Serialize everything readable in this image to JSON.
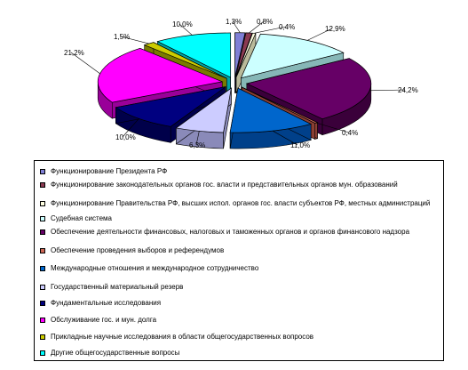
{
  "chart_data": {
    "type": "pie",
    "slices": [
      {
        "label": "Функционирование Президента РФ",
        "value": 1.3,
        "value_label": "1,3%",
        "color": "#7f7fd6",
        "dark": "#4a4a8a"
      },
      {
        "label": "Функционирование законодательных органов гос. власти и представительных органов мун. образований",
        "value": 0.8,
        "value_label": "0,8%",
        "color": "#8b3a52",
        "dark": "#55222f"
      },
      {
        "label": "Функционирование Правительства РФ, высших испол. органов гос. власти субъектов РФ, местных администраций",
        "value": 0.4,
        "value_label": "0,4%",
        "color": "#fdfde0",
        "dark": "#b9b99a"
      },
      {
        "label": "Судебная система",
        "value": 12.9,
        "value_label": "12,9%",
        "color": "#ccffff",
        "dark": "#86b7b7"
      },
      {
        "label": "Обеспечение деятельности финансовых, налоговых и таможенных органов и органов финансового надзора",
        "value": 24.2,
        "value_label": "24,2%",
        "color": "#660066",
        "dark": "#3a003a"
      },
      {
        "label": "Обеспечение проведения выборов и референдумов",
        "value": 0.4,
        "value_label": "0,4%",
        "color": "#cc6655",
        "dark": "#8a3f33"
      },
      {
        "label": "Международные отношения и международное сотрудничество",
        "value": 11.0,
        "value_label": "11,0%",
        "color": "#0066cc",
        "dark": "#00408a"
      },
      {
        "label": "Государственный материальный резерв",
        "value": 6.3,
        "value_label": "6,3%",
        "color": "#ccccff",
        "dark": "#8a8ab9"
      },
      {
        "label": "Фундаментальные исследования",
        "value": 10.0,
        "value_label": "10,0%",
        "color": "#000080",
        "dark": "#00004a"
      },
      {
        "label": "Обслуживание гос. и мун. долга",
        "value": 21.2,
        "value_label": "21,2%",
        "color": "#ff00ff",
        "dark": "#990099"
      },
      {
        "label": "Прикладные научные исследования в области общегосударственных вопросов",
        "value": 1.5,
        "value_label": "1,5%",
        "color": "#cccc00",
        "dark": "#7a7a00"
      },
      {
        "label": "Другие общегосударственные вопросы",
        "value": 10.0,
        "value_label": "10,0%",
        "color": "#00ffff",
        "dark": "#00a3a3"
      }
    ],
    "legend_position": "bottom"
  }
}
